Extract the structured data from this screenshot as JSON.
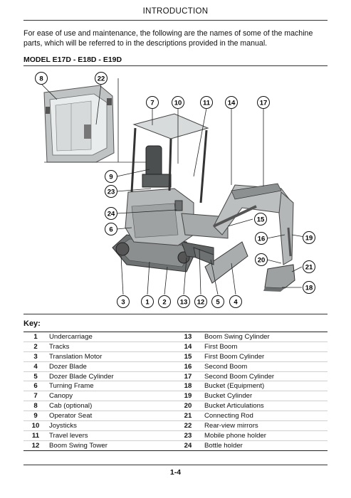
{
  "header": {
    "title": "INTRODUCTION"
  },
  "intro": {
    "text": "For ease of use and maintenance, the following are the names of some of the machine parts, which will be referred to in the descriptions provided in the manual."
  },
  "model": {
    "title": "MODEL E17D - E18D - E19D"
  },
  "figure": {
    "callouts": [
      "8",
      "22",
      "7",
      "10",
      "11",
      "14",
      "17",
      "9",
      "23",
      "24",
      "15",
      "6",
      "16",
      "19",
      "20",
      "21",
      "18",
      "3",
      "1",
      "2",
      "13",
      "12",
      "5",
      "4"
    ]
  },
  "key": {
    "title": "Key:",
    "rows": [
      {
        "n1": "1",
        "l1": "Undercarriage",
        "n2": "13",
        "l2": "Boom Swing Cylinder"
      },
      {
        "n1": "2",
        "l1": "Tracks",
        "n2": "14",
        "l2": "First Boom"
      },
      {
        "n1": "3",
        "l1": "Translation Motor",
        "n2": "15",
        "l2": "First Boom Cylinder"
      },
      {
        "n1": "4",
        "l1": "Dozer Blade",
        "n2": "16",
        "l2": "Second Boom"
      },
      {
        "n1": "5",
        "l1": "Dozer Blade Cylinder",
        "n2": "17",
        "l2": "Second Boom Cylinder"
      },
      {
        "n1": "6",
        "l1": "Turning Frame",
        "n2": "18",
        "l2": "Bucket (Equipment)"
      },
      {
        "n1": "7",
        "l1": "Canopy",
        "n2": "19",
        "l2": "Bucket Cylinder"
      },
      {
        "n1": "8",
        "l1": "Cab (optional)",
        "n2": "20",
        "l2": "Bucket Articulations"
      },
      {
        "n1": "9",
        "l1": "Operator Seat",
        "n2": "21",
        "l2": "Connecting Rod"
      },
      {
        "n1": "10",
        "l1": "Joysticks",
        "n2": "22",
        "l2": "Rear-view mirrors"
      },
      {
        "n1": "11",
        "l1": "Travel levers",
        "n2": "23",
        "l2": "Mobile phone holder"
      },
      {
        "n1": "12",
        "l1": "Boom Swing Tower",
        "n2": "24",
        "l2": "Bottle holder"
      }
    ]
  },
  "footer": {
    "page": "1-4"
  }
}
